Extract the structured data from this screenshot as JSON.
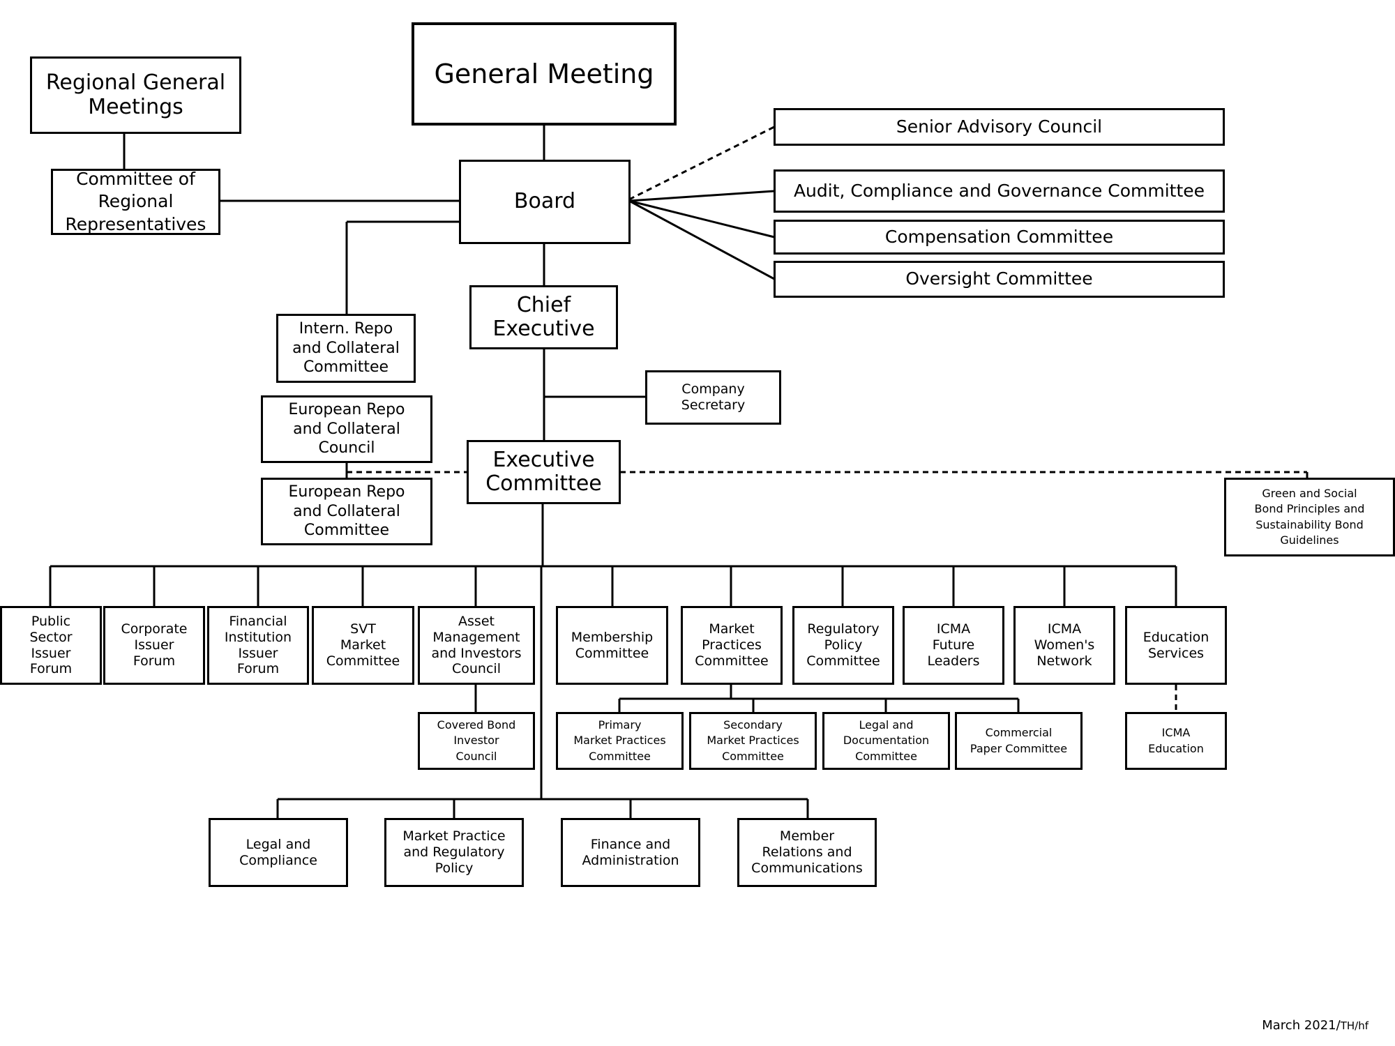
{
  "nodes": {
    "general_meeting": "General Meeting",
    "regional_general_meetings": "Regional General\nMeetings",
    "committee_regional_reps": "Committee of\nRegional\nRepresentatives",
    "board": "Board",
    "senior_advisory_council": "Senior Advisory Council",
    "audit_compliance_governance": "Audit, Compliance and Governance Committee",
    "compensation_committee": "Compensation Committee",
    "oversight_committee": "Oversight Committee",
    "chief_executive": "Chief\nExecutive",
    "intern_repo": "Intern. Repo\nand Collateral\nCommittee",
    "european_repo_council": "European Repo\nand Collateral\nCouncil",
    "european_repo_committee": "European Repo\nand Collateral\nCommittee",
    "company_secretary": "Company\nSecretary",
    "executive_committee": "Executive\nCommittee",
    "green_social_bond": "Green and Social\nBond Principles and\nSustainability Bond\nGuidelines",
    "public_sector": "Public\nSector\nIssuer\nForum",
    "corporate_issuer": "Corporate\nIssuer\nForum",
    "financial_institution": "Financial\nInstitution\nIssuer\nForum",
    "svt_market": "SVT\nMarket\nCommittee",
    "asset_management": "Asset\nManagement\nand Investors\nCouncil",
    "covered_bond": "Covered Bond\nInvestor\nCouncil",
    "membership": "Membership\nCommittee",
    "market_practices": "Market\nPractices\nCommittee",
    "regulatory_policy": "Regulatory\nPolicy\nCommittee",
    "icma_future_leaders": "ICMA\nFuture\nLeaders",
    "icma_womens_network": "ICMA\nWomen's\nNetwork",
    "education_services": "Education\nServices",
    "icma_education": "ICMA\nEducation",
    "primary_market": "Primary\nMarket Practices\nCommittee",
    "secondary_market": "Secondary\nMarket Practices\nCommittee",
    "legal_documentation": "Legal and\nDocumentation\nCommittee",
    "commercial_paper": "Commercial\nPaper Committee",
    "legal_compliance": "Legal and\nCompliance",
    "market_practice_regulatory": "Market Practice\nand Regulatory\nPolicy",
    "finance_administration": "Finance and\nAdministration",
    "member_relations": "Member\nRelations and\nCommunications"
  },
  "footer": {
    "main": "March 2021/",
    "sub": "TH/hf"
  }
}
